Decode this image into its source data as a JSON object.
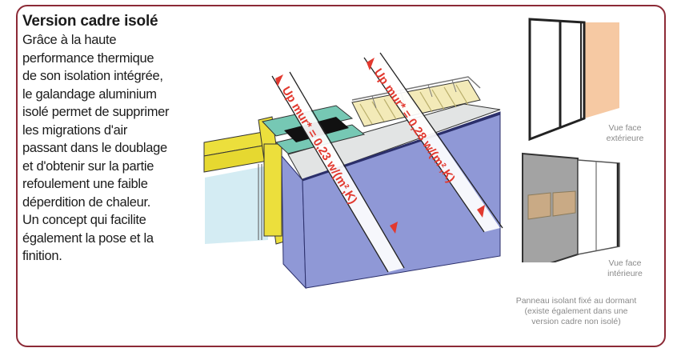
{
  "heading": "Version cadre isolé",
  "body_lines": [
    "Grâce à la haute",
    "performance thermique",
    "de son isolation intégrée,",
    "le galandage aluminium",
    "isolé permet de supprimer",
    "les migrations d'air",
    "passant dans le doublage",
    "et d'obtenir sur la partie",
    "refoulement une faible",
    "déperdition de chaleur.",
    "Un concept qui facilite",
    "également la pose et la",
    "finition."
  ],
  "illustration": {
    "label_left": "Up mur* = 0,23 w/(m²,K)",
    "label_right": "Up mur* = 0,28 w/(m²,K)"
  },
  "captions": {
    "exterior": [
      "Vue face",
      "extérieure"
    ],
    "interior": [
      "Vue face",
      "intérieure"
    ],
    "panel": [
      "Panneau isolant fixé au dormant",
      "(existe également dans une",
      "version cadre non isolé)"
    ]
  },
  "colors": {
    "frame_border": "#8c2a36",
    "label_red": "#e2392f",
    "wall_blue": "#8f98d6",
    "frame_yellow": "#ecdf3c",
    "insulation_teal": "#76c8b4",
    "wall_pink": "#f6c9a3",
    "panel_gray": "#a3a3a3"
  }
}
